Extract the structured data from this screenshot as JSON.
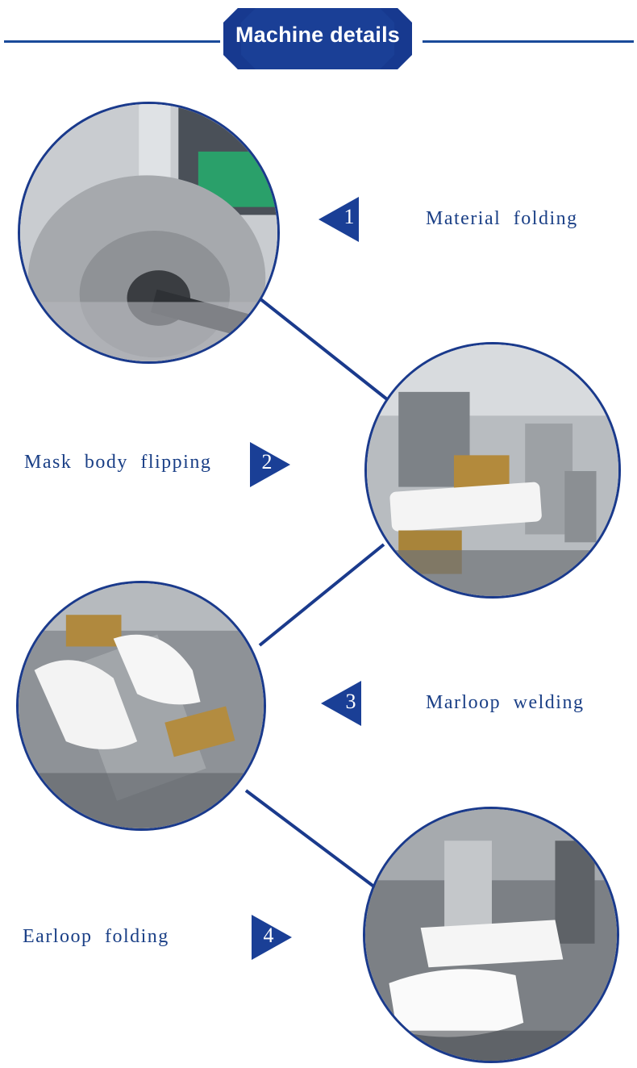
{
  "header": {
    "title": "Machine details"
  },
  "colors": {
    "accent": "#1a4a9a",
    "label": "#1a3f86"
  },
  "steps": [
    {
      "number": "1",
      "label": "Material  folding"
    },
    {
      "number": "2",
      "label": "Mask  body  flipping"
    },
    {
      "number": "3",
      "label": "Marloop  welding"
    },
    {
      "number": "4",
      "label": "Earloop  folding"
    }
  ]
}
